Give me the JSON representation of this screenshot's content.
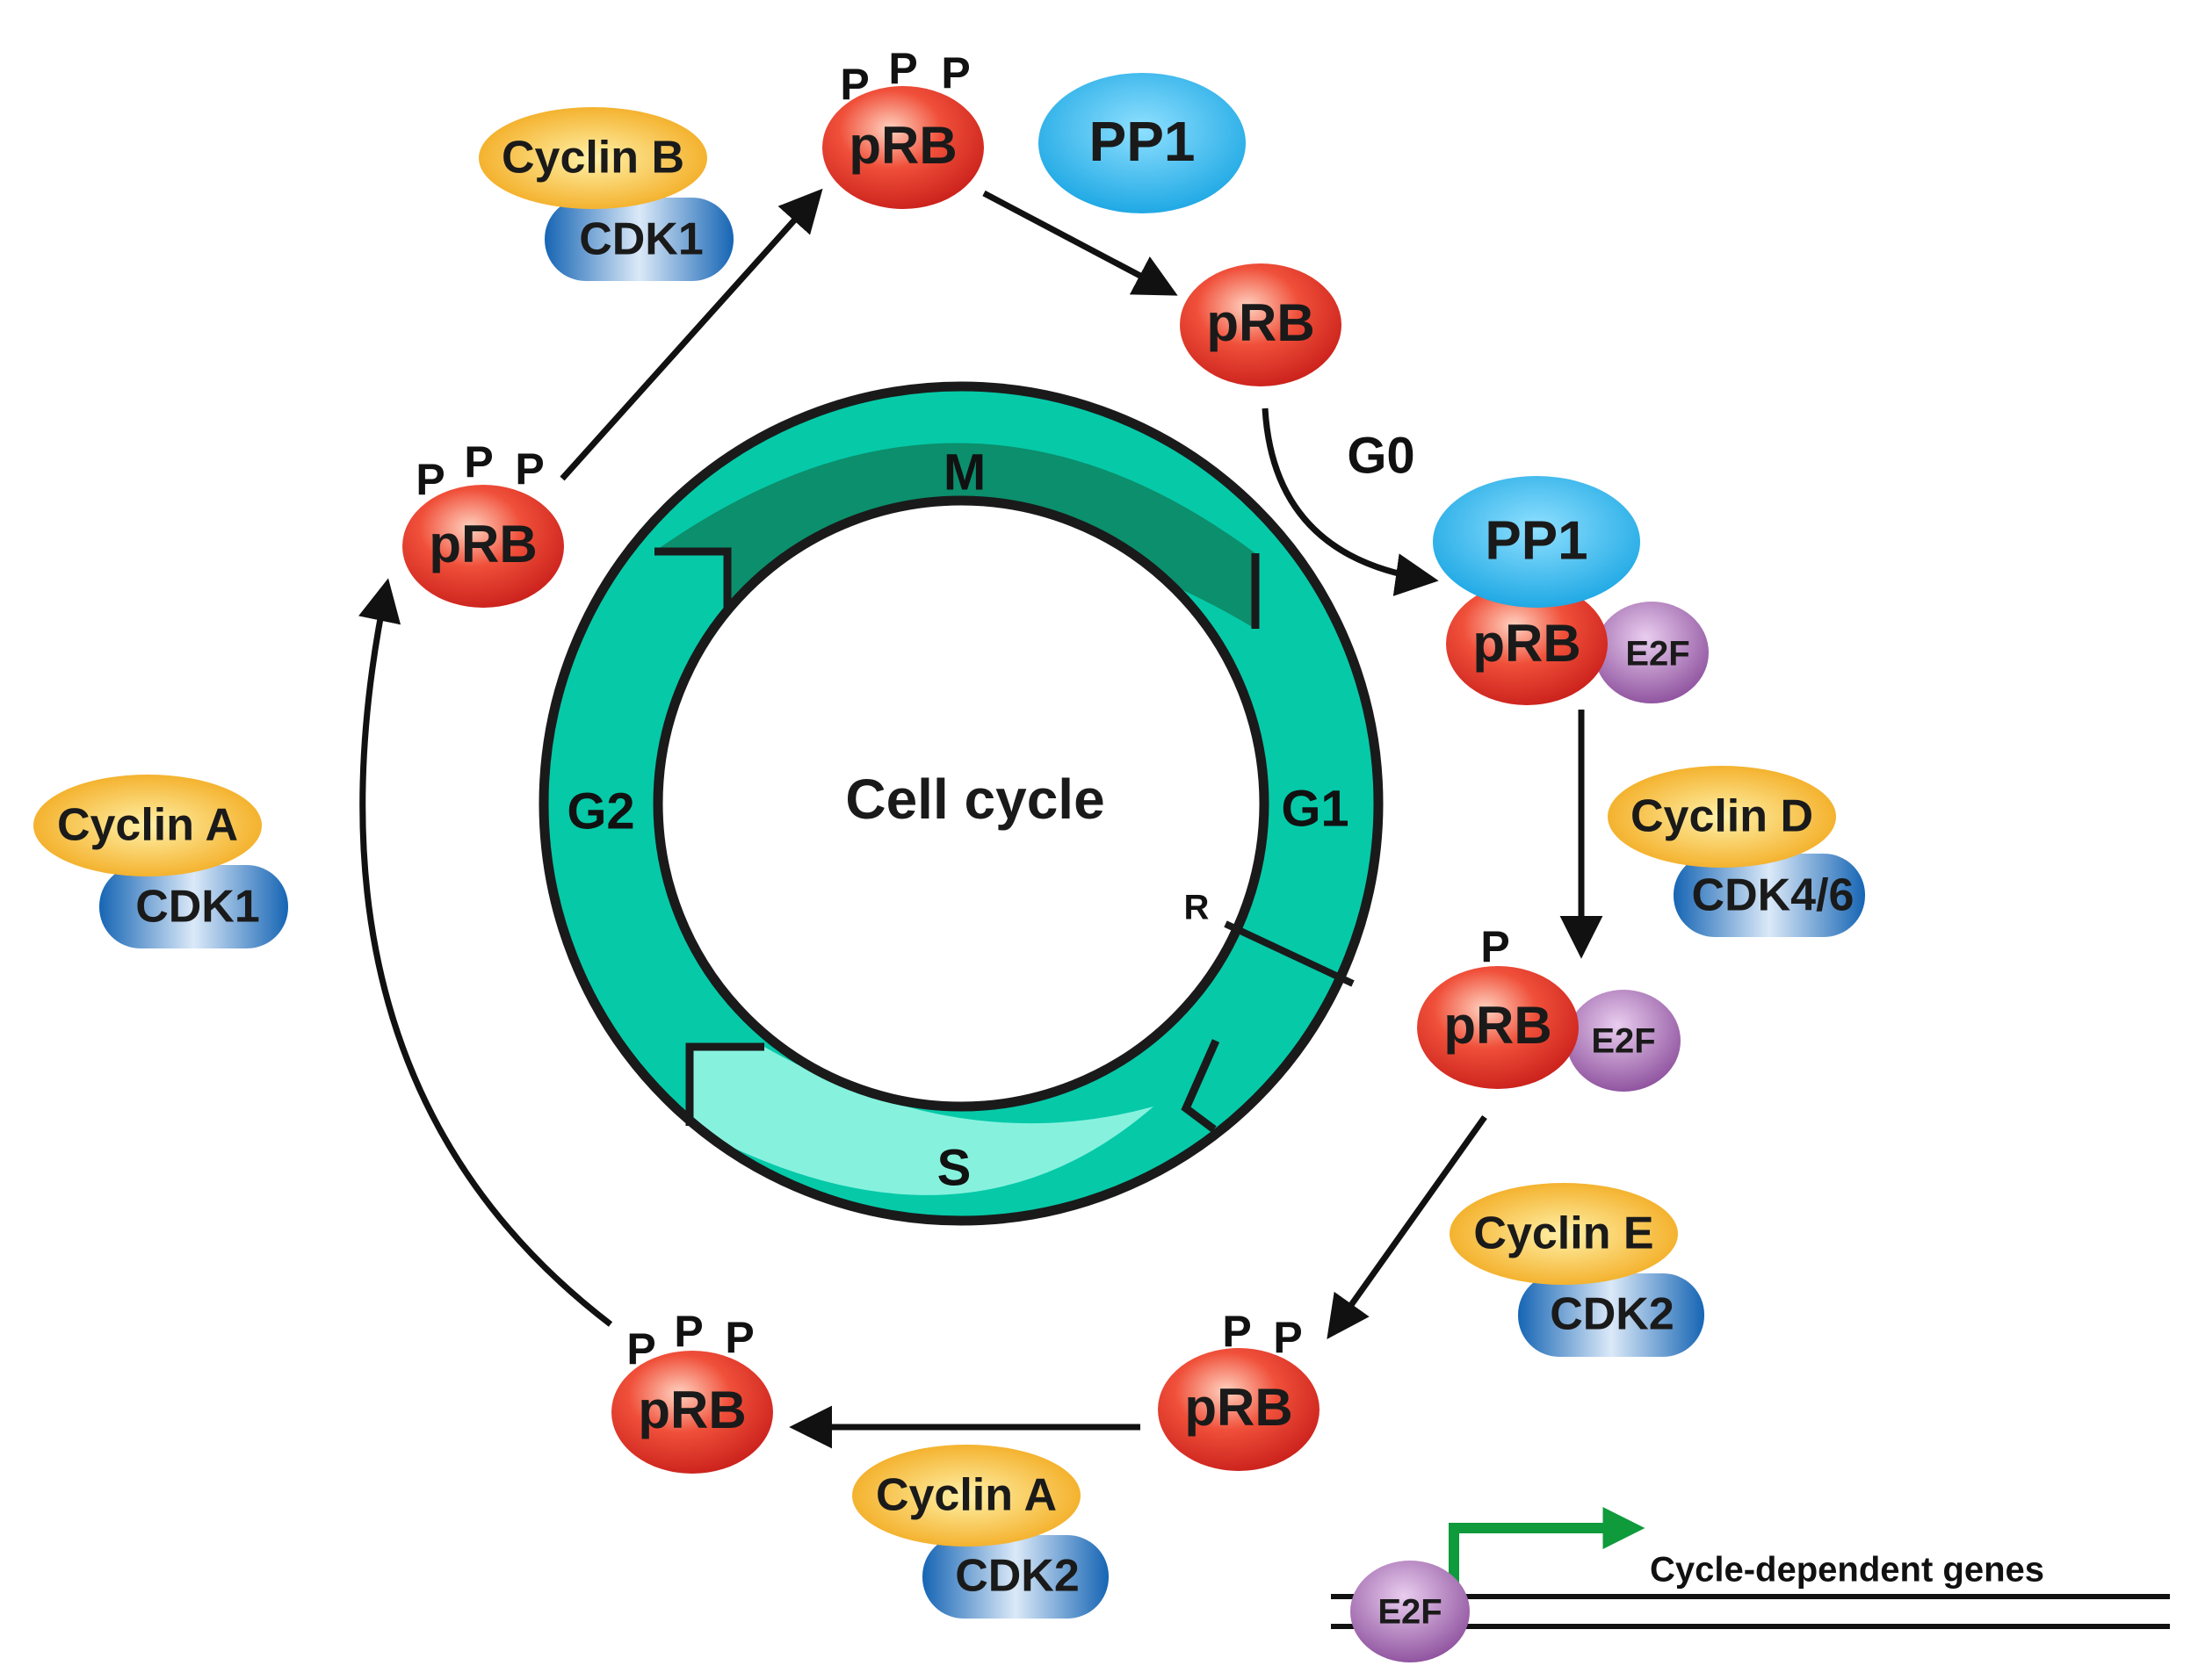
{
  "cycle": {
    "title": "Cell cycle",
    "phases": {
      "m": "M",
      "g1": "G1",
      "s": "S",
      "g2": "G2"
    },
    "restriction_point": "R"
  },
  "labels": {
    "prb": "pRB",
    "phosphate": "P",
    "e2f": "E2F",
    "pp1": "PP1",
    "g0": "G0"
  },
  "complexes": {
    "cyclin_b_cdk1": {
      "cyclin": "Cyclin B",
      "cdk": "CDK1"
    },
    "cyclin_a_cdk1": {
      "cyclin": "Cyclin A",
      "cdk": "CDK1"
    },
    "cyclin_d_cdk46": {
      "cyclin": "Cyclin D",
      "cdk": "CDK4/6"
    },
    "cyclin_e_cdk2": {
      "cyclin": "Cyclin E",
      "cdk": "CDK2"
    },
    "cyclin_a_cdk2": {
      "cyclin": "Cyclin A",
      "cdk": "CDK2"
    }
  },
  "legend": {
    "genes": "Cycle-dependent genes"
  },
  "colors": {
    "ring_border": "#1a1a1a",
    "phase_m": "#0b8f6c",
    "phase_g": "#06c9a8",
    "phase_s": "#86f2de",
    "prb": "#e8322a",
    "pp1": "#1aa8e6",
    "e2f": "#8e4f9e",
    "cyclin": "#f5b01e",
    "cdk": "#1c6fbf",
    "promoter_arrow": "#0f9a3b"
  }
}
